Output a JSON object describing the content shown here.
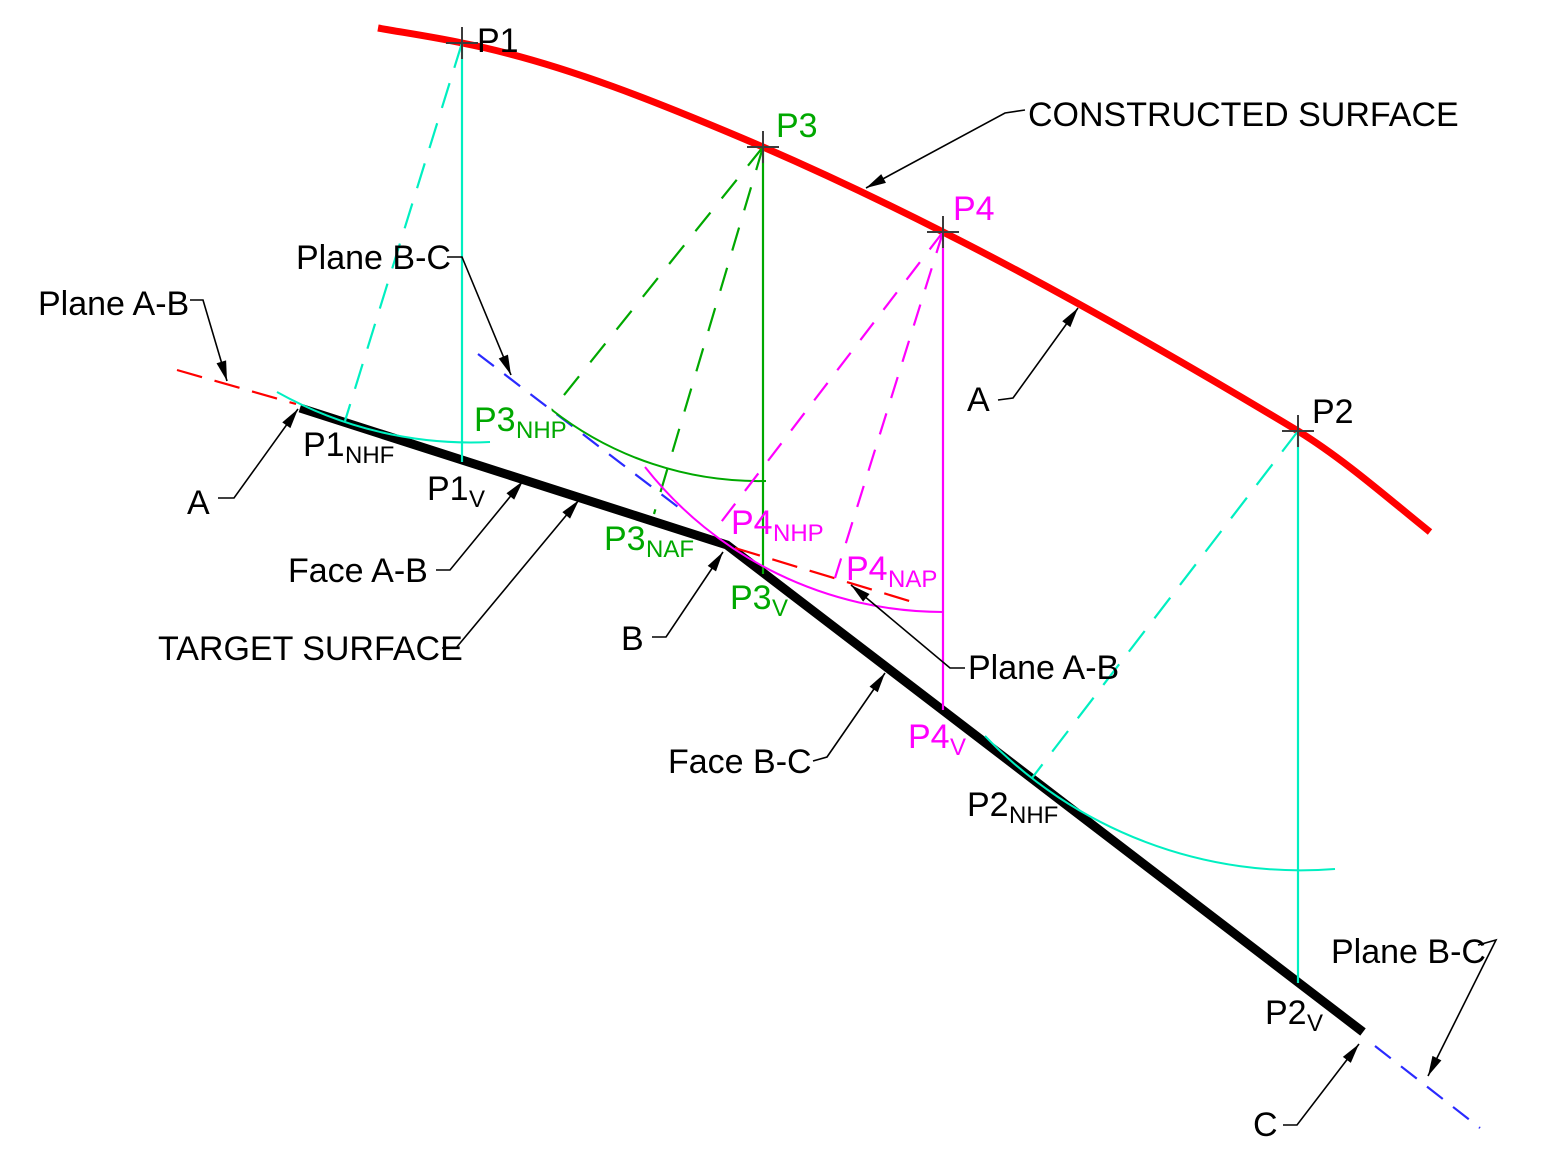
{
  "surface_labels": {
    "constructed": "CONSTRUCTED SURFACE",
    "target": "TARGET SURFACE"
  },
  "plane_labels": {
    "ab_left": "Plane A-B",
    "ab_right": "Plane A-B",
    "bc_top": "Plane B-C",
    "bc_bottom": "Plane B-C"
  },
  "face_labels": {
    "ab": "Face A-B",
    "bc": "Face B-C"
  },
  "vertex_labels": {
    "a_left": "A",
    "a_right": "A",
    "b": "B",
    "c": "C"
  },
  "point_labels": {
    "p1": {
      "main": "P1"
    },
    "p2": {
      "main": "P2"
    },
    "p3": {
      "main": "P3"
    },
    "p4": {
      "main": "P4"
    },
    "p1_nhf": {
      "main": "P1",
      "sub": "NHF"
    },
    "p1_v": {
      "main": "P1",
      "sub": "V"
    },
    "p2_nhf": {
      "main": "P2",
      "sub": "NHF"
    },
    "p2_v": {
      "main": "P2",
      "sub": "V"
    },
    "p3_nhp": {
      "main": "P3",
      "sub": "NHP"
    },
    "p3_naf": {
      "main": "P3",
      "sub": "NAF"
    },
    "p3_v": {
      "main": "P3",
      "sub": "V"
    },
    "p4_nhp": {
      "main": "P4",
      "sub": "NHP"
    },
    "p4_nap": {
      "main": "P4",
      "sub": "NAP"
    },
    "p4_v": {
      "main": "P4",
      "sub": "V"
    }
  },
  "colors": {
    "constructed_red": "#ff0000",
    "target_black": "#000000",
    "projection_cyan": "#00efc1",
    "projection_green": "#00a800",
    "projection_magenta": "#ff00ff",
    "plane_ab_red": "#ff0000",
    "plane_bc_blue": "#2a2aff",
    "cross_gray": "#3c3c3c",
    "leader_black": "#000000"
  }
}
